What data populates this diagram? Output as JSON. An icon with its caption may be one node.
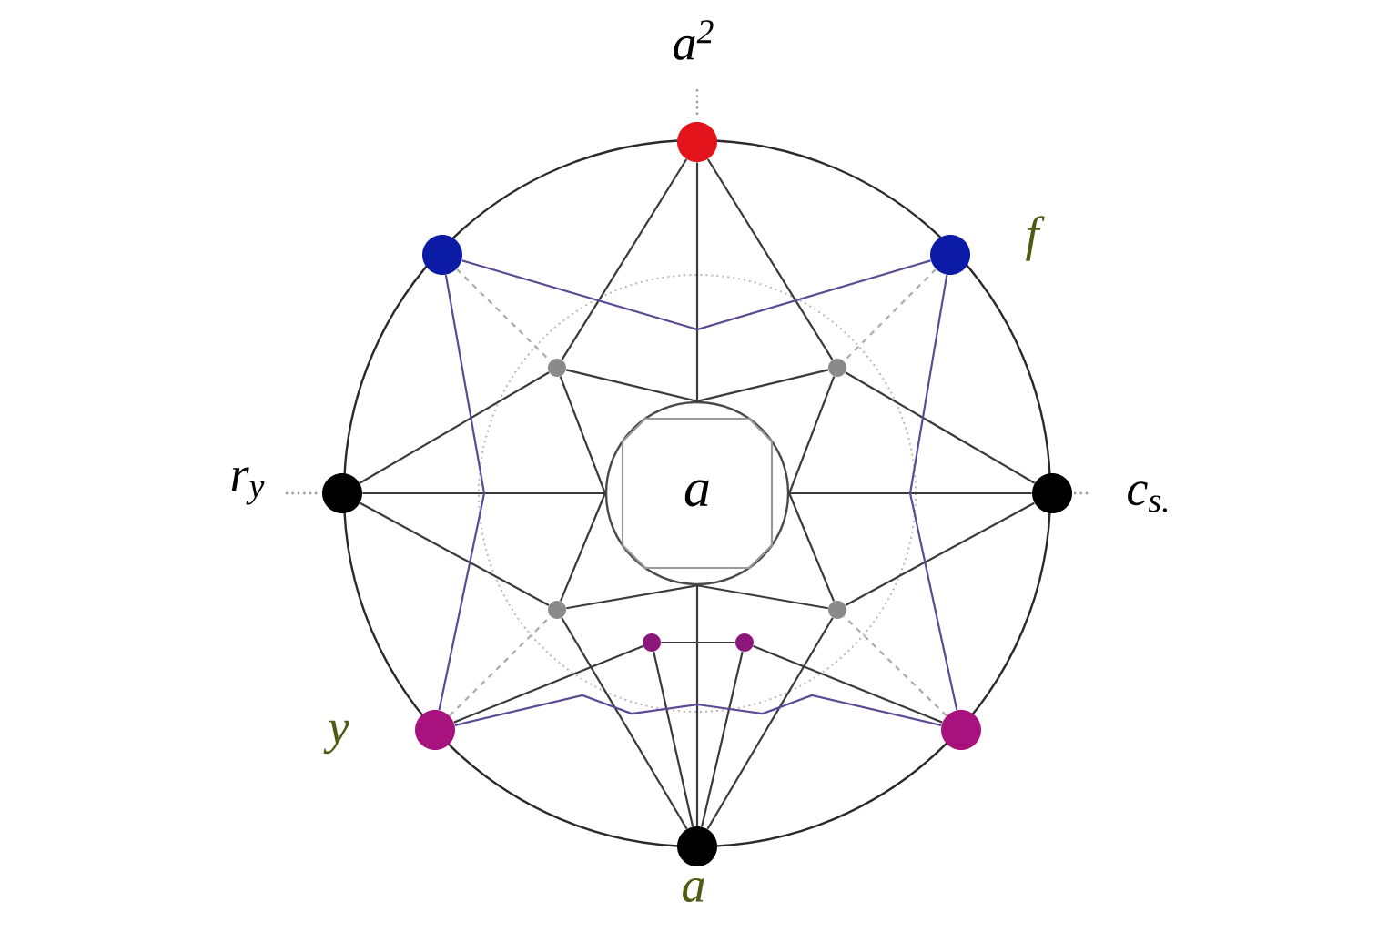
{
  "diagram": {
    "nodes": [
      {
        "text": [],
        "shape": "circle",
        "beside": [
          "a$^{2}$"
        ]
      },
      {
        "text": [],
        "shape": "circle"
      },
      {
        "text": [],
        "shape": "circle",
        "beside": [
          "f"
        ]
      },
      {
        "text": [],
        "shape": "circle"
      },
      {
        "text": [],
        "shape": "circle"
      },
      {
        "text": [],
        "shape": "circle",
        "beside": [
          "r$_{y}$"
        ]
      },
      {
        "text": [
          "a"
        ]
      },
      {
        "text": [],
        "shape": "circle",
        "beside": [
          "c$_{s.}$"
        ]
      },
      {
        "text": [],
        "shape": "circle"
      },
      {
        "text": [],
        "shape": "circle"
      },
      {
        "text": [],
        "shape": "circle"
      },
      {
        "text": [],
        "shape": "circle"
      },
      {
        "text": [],
        "shape": "circle",
        "beside": [
          "y"
        ]
      },
      {
        "text": [],
        "shape": "circle"
      },
      {
        "text": [],
        "shape": "circle",
        "beside": [
          "a"
        ]
      }
    ],
    "edges": [
      {
        "from": 0,
        "to": 6,
        "arrow": "none"
      },
      {
        "from": 0,
        "to": 3,
        "arrow": "none"
      },
      {
        "from": 0,
        "to": 4,
        "arrow": "none"
      },
      {
        "from": 3,
        "to": 6,
        "arrow": "none"
      },
      {
        "from": 3,
        "to": 6,
        "arrow": "none"
      },
      {
        "from": 4,
        "to": 6,
        "arrow": "none"
      },
      {
        "from": 4,
        "to": 6,
        "arrow": "none"
      },
      {
        "from": 5,
        "to": 3,
        "arrow": "none"
      },
      {
        "from": 5,
        "to": 6,
        "arrow": "none"
      },
      {
        "from": 5,
        "to": 8,
        "arrow": "none"
      },
      {
        "from": 7,
        "to": 4,
        "arrow": "none"
      },
      {
        "from": 7,
        "to": 6,
        "arrow": "none"
      },
      {
        "from": 7,
        "to": 9,
        "arrow": "none"
      },
      {
        "from": 8,
        "to": 6,
        "arrow": "none"
      },
      {
        "from": 8,
        "to": 6,
        "arrow": "none"
      },
      {
        "from": 9,
        "to": 6,
        "arrow": "none"
      },
      {
        "from": 9,
        "to": 6,
        "arrow": "none"
      },
      {
        "from": 8,
        "to": 14,
        "arrow": "none"
      },
      {
        "from": 9,
        "to": 14,
        "arrow": "none"
      },
      {
        "from": 10,
        "to": 14,
        "arrow": "none"
      },
      {
        "from": 11,
        "to": 14,
        "arrow": "none"
      },
      {
        "from": 14,
        "to": 6,
        "arrow": "none"
      },
      {
        "from": 10,
        "to": 11,
        "arrow": "none"
      },
      {
        "from": 12,
        "to": 10,
        "arrow": "none"
      },
      {
        "from": 13,
        "to": 11,
        "arrow": "none"
      },
      {
        "from": 1,
        "to": 2,
        "arrow": "none",
        "color": "#5b4a94"
      },
      {
        "from": 1,
        "to": 12,
        "arrow": "none",
        "color": "#5b4a94"
      },
      {
        "from": 2,
        "to": 13,
        "arrow": "none",
        "color": "#5b4a94"
      },
      {
        "from": 12,
        "to": 13,
        "arrow": "none",
        "color": "#5b4a94"
      },
      {
        "from": 1,
        "to": 3,
        "arrow": "none",
        "style": "dashed",
        "color": "#aaaaaa"
      },
      {
        "from": 2,
        "to": 4,
        "arrow": "none",
        "style": "dashed",
        "color": "#aaaaaa"
      },
      {
        "from": 13,
        "to": 9,
        "arrow": "none",
        "style": "dashed",
        "color": "#aaaaaa"
      },
      {
        "from": 12,
        "to": 8,
        "arrow": "none",
        "style": "dashed",
        "color": "#aaaaaa"
      }
    ]
  }
}
